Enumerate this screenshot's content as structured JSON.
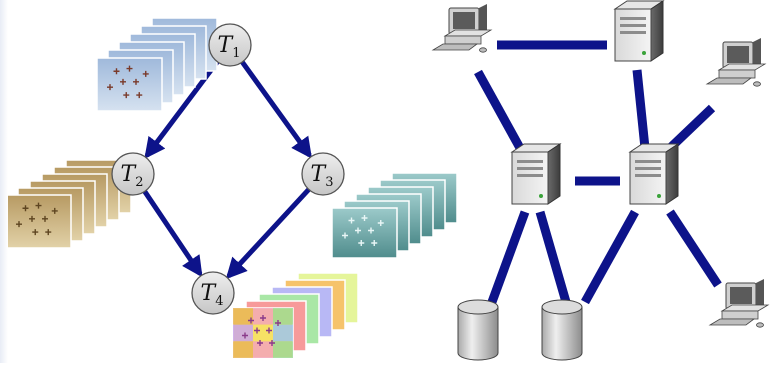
{
  "workflow": {
    "tasks": [
      {
        "id": "T1",
        "base": "T",
        "sub": "1"
      },
      {
        "id": "T2",
        "base": "T",
        "sub": "2"
      },
      {
        "id": "T3",
        "base": "T",
        "sub": "3"
      },
      {
        "id": "T4",
        "base": "T",
        "sub": "4"
      }
    ],
    "edges": [
      [
        "T1",
        "T2"
      ],
      [
        "T1",
        "T3"
      ],
      [
        "T2",
        "T4"
      ],
      [
        "T3",
        "T4"
      ]
    ],
    "image_stacks": [
      {
        "attached_to": "T1",
        "tone": "sky-photos"
      },
      {
        "attached_to": "T2",
        "tone": "sepia-photos"
      },
      {
        "attached_to": "T3",
        "tone": "teal-photos"
      },
      {
        "attached_to": "T4",
        "tone": "colorized-photos"
      }
    ]
  },
  "network": {
    "nodes": [
      {
        "id": "workstation-1",
        "type": "workstation"
      },
      {
        "id": "server-top",
        "type": "server"
      },
      {
        "id": "workstation-2",
        "type": "workstation"
      },
      {
        "id": "server-left",
        "type": "server"
      },
      {
        "id": "server-right",
        "type": "server"
      },
      {
        "id": "database-1",
        "type": "database"
      },
      {
        "id": "database-2",
        "type": "database"
      },
      {
        "id": "workstation-3",
        "type": "workstation"
      }
    ],
    "links": [
      [
        "workstation-1",
        "server-top"
      ],
      [
        "workstation-1",
        "server-left"
      ],
      [
        "server-top",
        "server-right"
      ],
      [
        "workstation-2",
        "server-right"
      ],
      [
        "server-left",
        "server-right"
      ],
      [
        "server-left",
        "database-1"
      ],
      [
        "server-left",
        "database-2"
      ],
      [
        "server-right",
        "database-2"
      ],
      [
        "server-right",
        "workstation-3"
      ]
    ]
  },
  "colors": {
    "edge": "#0d138a",
    "node_fill": "#d5d5d5",
    "node_stroke": "#555555"
  }
}
